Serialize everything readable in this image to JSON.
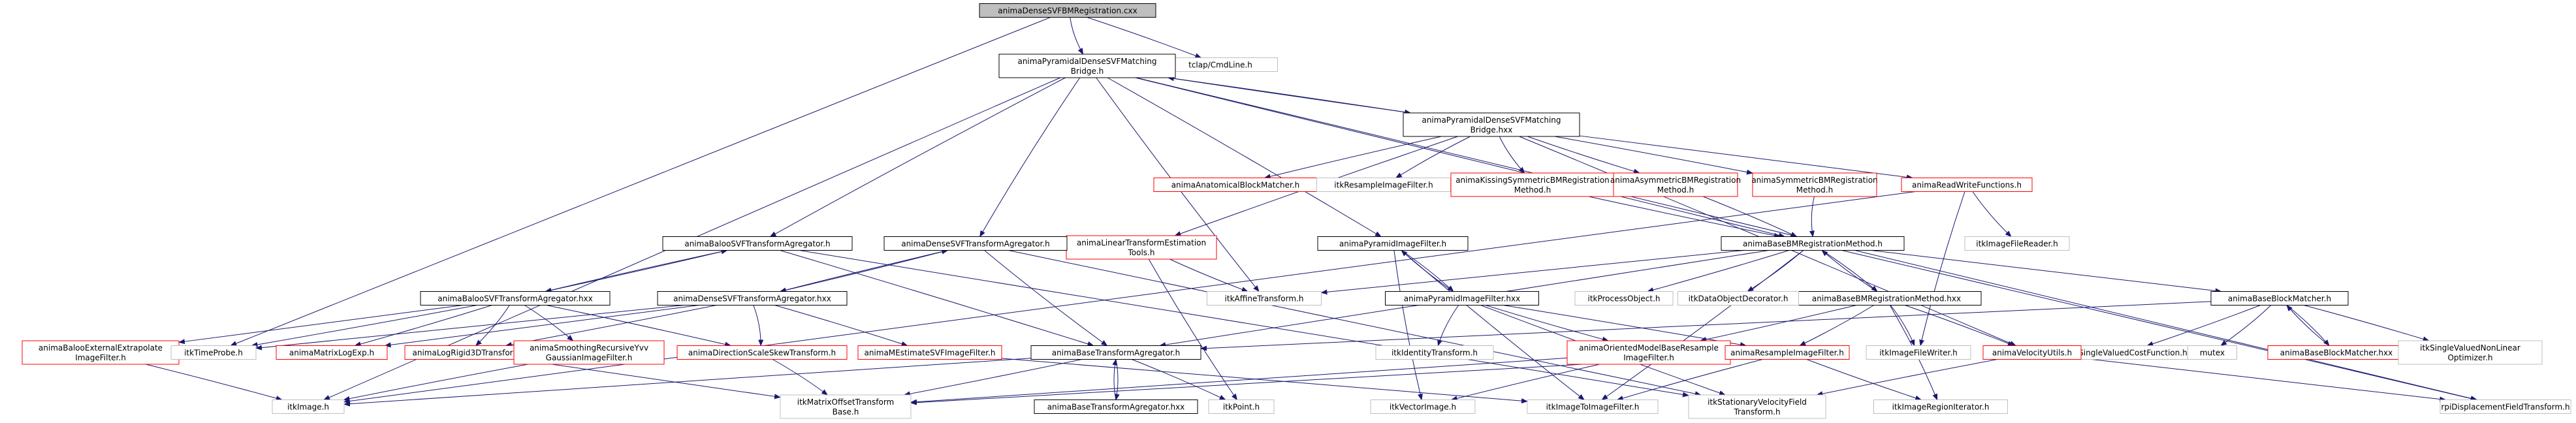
{
  "graph": {
    "root": "animaDenseSVFBMRegistration.cxx",
    "colors": {
      "root_fill": "#bfbfbf",
      "root_border": "#000000",
      "documented_border": "#000000",
      "undocumented_border": "#ff0000",
      "external_border": "#bfbfbf",
      "edge": "#191970",
      "arrowhead": "#191970"
    },
    "nodes": [
      {
        "id": "root",
        "kind": "root",
        "lines": [
          "animaDenseSVFBMRegistration.cxx"
        ]
      },
      {
        "id": "tclap",
        "kind": "external",
        "lines": [
          "tclap/CmdLine.h"
        ]
      },
      {
        "id": "pdsvf_h",
        "kind": "documented",
        "lines": [
          "animaPyramidalDenseSVFMatching",
          "Bridge.h"
        ]
      },
      {
        "id": "pdsvf_hxx",
        "kind": "documented",
        "lines": [
          "animaPyramidalDenseSVFMatching",
          "Bridge.hxx"
        ]
      },
      {
        "id": "anatomical",
        "kind": "undocumented",
        "lines": [
          "animaAnatomicalBlockMatcher.h"
        ]
      },
      {
        "id": "itkresample",
        "kind": "external",
        "lines": [
          "itkResampleImageFilter.h"
        ]
      },
      {
        "id": "kissing",
        "kind": "undocumented",
        "lines": [
          "animaKissingSymmetricBMRegistration",
          "Method.h"
        ]
      },
      {
        "id": "asym",
        "kind": "undocumented",
        "lines": [
          "animaAsymmetricBMRegistration",
          "Method.h"
        ]
      },
      {
        "id": "sym",
        "kind": "undocumented",
        "lines": [
          "animaSymmetricBMRegistration",
          "Method.h"
        ]
      },
      {
        "id": "readwrite",
        "kind": "undocumented",
        "lines": [
          "animaReadWriteFunctions.h"
        ]
      },
      {
        "id": "itkreader",
        "kind": "external",
        "lines": [
          "itkImageFileReader.h"
        ]
      },
      {
        "id": "lintrans",
        "kind": "undocumented",
        "lines": [
          "animaLinearTransformEstimation",
          "Tools.h"
        ]
      },
      {
        "id": "pyrfilter_h",
        "kind": "documented",
        "lines": [
          "animaPyramidImageFilter.h"
        ]
      },
      {
        "id": "pyrfilter_hxx",
        "kind": "documented",
        "lines": [
          "animaPyramidImageFilter.hxx"
        ]
      },
      {
        "id": "baseBM_h",
        "kind": "documented",
        "lines": [
          "animaBaseBMRegistrationMethod.h"
        ]
      },
      {
        "id": "baseBM_hxx",
        "kind": "documented",
        "lines": [
          "animaBaseBMRegistrationMethod.hxx"
        ]
      },
      {
        "id": "baloo_h",
        "kind": "documented",
        "lines": [
          "animaBalooSVFTransformAgregator.h"
        ]
      },
      {
        "id": "baloo_hxx",
        "kind": "documented",
        "lines": [
          "animaBalooSVFTransformAgregator.hxx"
        ]
      },
      {
        "id": "dense_h",
        "kind": "documented",
        "lines": [
          "animaDenseSVFTransformAgregator.h"
        ]
      },
      {
        "id": "dense_hxx",
        "kind": "documented",
        "lines": [
          "animaDenseSVFTransformAgregator.hxx"
        ]
      },
      {
        "id": "itkaffine",
        "kind": "external",
        "lines": [
          "itkAffineTransform.h"
        ]
      },
      {
        "id": "itkprocess",
        "kind": "external",
        "lines": [
          "itkProcessObject.h"
        ]
      },
      {
        "id": "itkdataobj",
        "kind": "external",
        "lines": [
          "itkDataObjectDecorator.h"
        ]
      },
      {
        "id": "blockmatcher_h",
        "kind": "documented",
        "lines": [
          "animaBaseBlockMatcher.h"
        ]
      },
      {
        "id": "blockmatcher_hxx",
        "kind": "undocumented",
        "lines": [
          "animaBaseBlockMatcher.hxx"
        ]
      },
      {
        "id": "itksinglecost",
        "kind": "external",
        "lines": [
          "itkSingleValuedCostFunction.h"
        ]
      },
      {
        "id": "mutex",
        "kind": "external",
        "lines": [
          "mutex"
        ]
      },
      {
        "id": "itksingleopt",
        "kind": "external",
        "lines": [
          "itkSingleValuedNonLinear",
          "Optimizer.h"
        ]
      },
      {
        "id": "extrap",
        "kind": "undocumented",
        "lines": [
          "animaBalooExternalExtrapolate",
          "ImageFilter.h"
        ]
      },
      {
        "id": "timeprobe",
        "kind": "external",
        "lines": [
          "itkTimeProbe.h"
        ]
      },
      {
        "id": "matlogexp",
        "kind": "undocumented",
        "lines": [
          "animaMatrixLogExp.h"
        ]
      },
      {
        "id": "logrigid",
        "kind": "undocumented",
        "lines": [
          "animaLogRigid3DTransform.h"
        ]
      },
      {
        "id": "smoothing",
        "kind": "undocumented",
        "lines": [
          "animaSmoothingRecursiveYvv",
          "GaussianImageFilter.h"
        ]
      },
      {
        "id": "dirskew",
        "kind": "undocumented",
        "lines": [
          "animaDirectionScaleSkewTransform.h"
        ]
      },
      {
        "id": "mestimate",
        "kind": "undocumented",
        "lines": [
          "animaMEstimateSVFImageFilter.h"
        ]
      },
      {
        "id": "basetrans_h",
        "kind": "documented",
        "lines": [
          "animaBaseTransformAgregator.h"
        ]
      },
      {
        "id": "basetrans_hxx",
        "kind": "documented",
        "lines": [
          "animaBaseTransformAgregator.hxx"
        ]
      },
      {
        "id": "itkidentity",
        "kind": "external",
        "lines": [
          "itkIdentityTransform.h"
        ]
      },
      {
        "id": "oriented",
        "kind": "undocumented",
        "lines": [
          "animaOrientedModelBaseResample",
          "ImageFilter.h"
        ]
      },
      {
        "id": "resamplefilter",
        "kind": "undocumented",
        "lines": [
          "animaResampleImageFilter.h"
        ]
      },
      {
        "id": "itkwriter",
        "kind": "external",
        "lines": [
          "itkImageFileWriter.h"
        ]
      },
      {
        "id": "velocity",
        "kind": "undocumented",
        "lines": [
          "animaVelocityUtils.h"
        ]
      },
      {
        "id": "itkimage",
        "kind": "external",
        "lines": [
          "itkImage.h"
        ]
      },
      {
        "id": "itkmatrix",
        "kind": "external",
        "lines": [
          "itkMatrixOffsetTransform",
          "Base.h"
        ]
      },
      {
        "id": "itkpoint",
        "kind": "external",
        "lines": [
          "itkPoint.h"
        ]
      },
      {
        "id": "itkvector",
        "kind": "external",
        "lines": [
          "itkVectorImage.h"
        ]
      },
      {
        "id": "itkimgtoimg",
        "kind": "external",
        "lines": [
          "itkImageToImageFilter.h"
        ]
      },
      {
        "id": "itkstationary",
        "kind": "external",
        "lines": [
          "itkStationaryVelocityField",
          "Transform.h"
        ]
      },
      {
        "id": "itkregion",
        "kind": "external",
        "lines": [
          "itkImageRegionIterator.h"
        ]
      },
      {
        "id": "rpidisp",
        "kind": "external",
        "lines": [
          "rpiDisplacementFieldTransform.h"
        ]
      }
    ],
    "edges": [
      [
        "root",
        "pdsvf_h"
      ],
      [
        "root",
        "tclap"
      ],
      [
        "root",
        "timeprobe"
      ],
      [
        "pdsvf_h",
        "pdsvf_hxx"
      ],
      [
        "pdsvf_h",
        "baloo_h"
      ],
      [
        "pdsvf_h",
        "dense_h"
      ],
      [
        "pdsvf_h",
        "pyrfilter_h"
      ],
      [
        "pdsvf_h",
        "itkaffine"
      ],
      [
        "pdsvf_h",
        "baseBM_h"
      ],
      [
        "pdsvf_h",
        "rpidisp"
      ],
      [
        "pdsvf_h",
        "itkimage"
      ],
      [
        "pdsvf_hxx",
        "pdsvf_h"
      ],
      [
        "pdsvf_hxx",
        "anatomical"
      ],
      [
        "pdsvf_hxx",
        "itkresample"
      ],
      [
        "pdsvf_hxx",
        "kissing"
      ],
      [
        "pdsvf_hxx",
        "asym"
      ],
      [
        "pdsvf_hxx",
        "sym"
      ],
      [
        "pdsvf_hxx",
        "readwrite"
      ],
      [
        "pdsvf_hxx",
        "lintrans"
      ],
      [
        "pdsvf_hxx",
        "velocity"
      ],
      [
        "kissing",
        "baseBM_h"
      ],
      [
        "asym",
        "baseBM_h"
      ],
      [
        "sym",
        "baseBM_h"
      ],
      [
        "readwrite",
        "itkreader"
      ],
      [
        "readwrite",
        "itkwriter"
      ],
      [
        "lintrans",
        "itkaffine"
      ],
      [
        "lintrans",
        "itkpoint"
      ],
      [
        "pyrfilter_h",
        "pyrfilter_hxx"
      ],
      [
        "pyrfilter_h",
        "itkimgtoimg"
      ],
      [
        "pyrfilter_h",
        "itkvector"
      ],
      [
        "pyrfilter_hxx",
        "pyrfilter_h"
      ],
      [
        "pyrfilter_hxx",
        "itkidentity"
      ],
      [
        "pyrfilter_hxx",
        "oriented"
      ],
      [
        "pyrfilter_hxx",
        "resamplefilter"
      ],
      [
        "pyrfilter_hxx",
        "itkstationary"
      ],
      [
        "baseBM_h",
        "baseBM_hxx"
      ],
      [
        "baseBM_h",
        "itkaffine"
      ],
      [
        "baseBM_h",
        "itkprocess"
      ],
      [
        "baseBM_h",
        "itkdataobj"
      ],
      [
        "baseBM_h",
        "blockmatcher_h"
      ],
      [
        "baseBM_h",
        "basetrans_h"
      ],
      [
        "baseBM_h",
        "rpidisp"
      ],
      [
        "baseBM_h",
        "itkimgtoimg"
      ],
      [
        "baseBM_hxx",
        "baseBM_h"
      ],
      [
        "baseBM_hxx",
        "oriented"
      ],
      [
        "baseBM_hxx",
        "resamplefilter"
      ],
      [
        "baseBM_hxx",
        "itkwriter"
      ],
      [
        "baseBM_hxx",
        "velocity"
      ],
      [
        "baseBM_hxx",
        "itkregion"
      ],
      [
        "blockmatcher_h",
        "blockmatcher_hxx"
      ],
      [
        "blockmatcher_h",
        "itksinglecost"
      ],
      [
        "blockmatcher_h",
        "mutex"
      ],
      [
        "blockmatcher_h",
        "itksingleopt"
      ],
      [
        "blockmatcher_h",
        "basetrans_h"
      ],
      [
        "blockmatcher_hxx",
        "blockmatcher_h"
      ],
      [
        "baloo_h",
        "baloo_hxx"
      ],
      [
        "baloo_h",
        "basetrans_h"
      ],
      [
        "baloo_h",
        "itkstationary"
      ],
      [
        "baloo_hxx",
        "baloo_h"
      ],
      [
        "baloo_hxx",
        "extrap"
      ],
      [
        "baloo_hxx",
        "timeprobe"
      ],
      [
        "baloo_hxx",
        "matlogexp"
      ],
      [
        "baloo_hxx",
        "logrigid"
      ],
      [
        "baloo_hxx",
        "smoothing"
      ],
      [
        "baloo_hxx",
        "dirskew"
      ],
      [
        "dense_h",
        "dense_hxx"
      ],
      [
        "dense_h",
        "basetrans_h"
      ],
      [
        "dense_h",
        "itkstationary"
      ],
      [
        "dense_hxx",
        "dense_h"
      ],
      [
        "dense_hxx",
        "timeprobe"
      ],
      [
        "dense_hxx",
        "matlogexp"
      ],
      [
        "dense_hxx",
        "logrigid"
      ],
      [
        "dense_hxx",
        "dirskew"
      ],
      [
        "dense_hxx",
        "mestimate"
      ],
      [
        "basetrans_h",
        "basetrans_hxx"
      ],
      [
        "basetrans_h",
        "itkimage"
      ],
      [
        "basetrans_h",
        "itkmatrix"
      ],
      [
        "basetrans_h",
        "itkpoint"
      ],
      [
        "basetrans_hxx",
        "basetrans_h"
      ],
      [
        "extrap",
        "itkimage"
      ],
      [
        "smoothing",
        "itkimage"
      ],
      [
        "logrigid",
        "itkmatrix"
      ],
      [
        "dirskew",
        "itkmatrix"
      ],
      [
        "mestimate",
        "itkimgtoimg"
      ],
      [
        "oriented",
        "itkvector"
      ],
      [
        "oriented",
        "itkmatrix"
      ],
      [
        "resamplefilter",
        "itkimgtoimg"
      ],
      [
        "resamplefilter",
        "itkregion"
      ],
      [
        "resamplefilter",
        "itkmatrix"
      ],
      [
        "velocity",
        "itkstationary"
      ],
      [
        "velocity",
        "rpidisp"
      ],
      [
        "readwrite",
        "itkimage"
      ]
    ]
  }
}
